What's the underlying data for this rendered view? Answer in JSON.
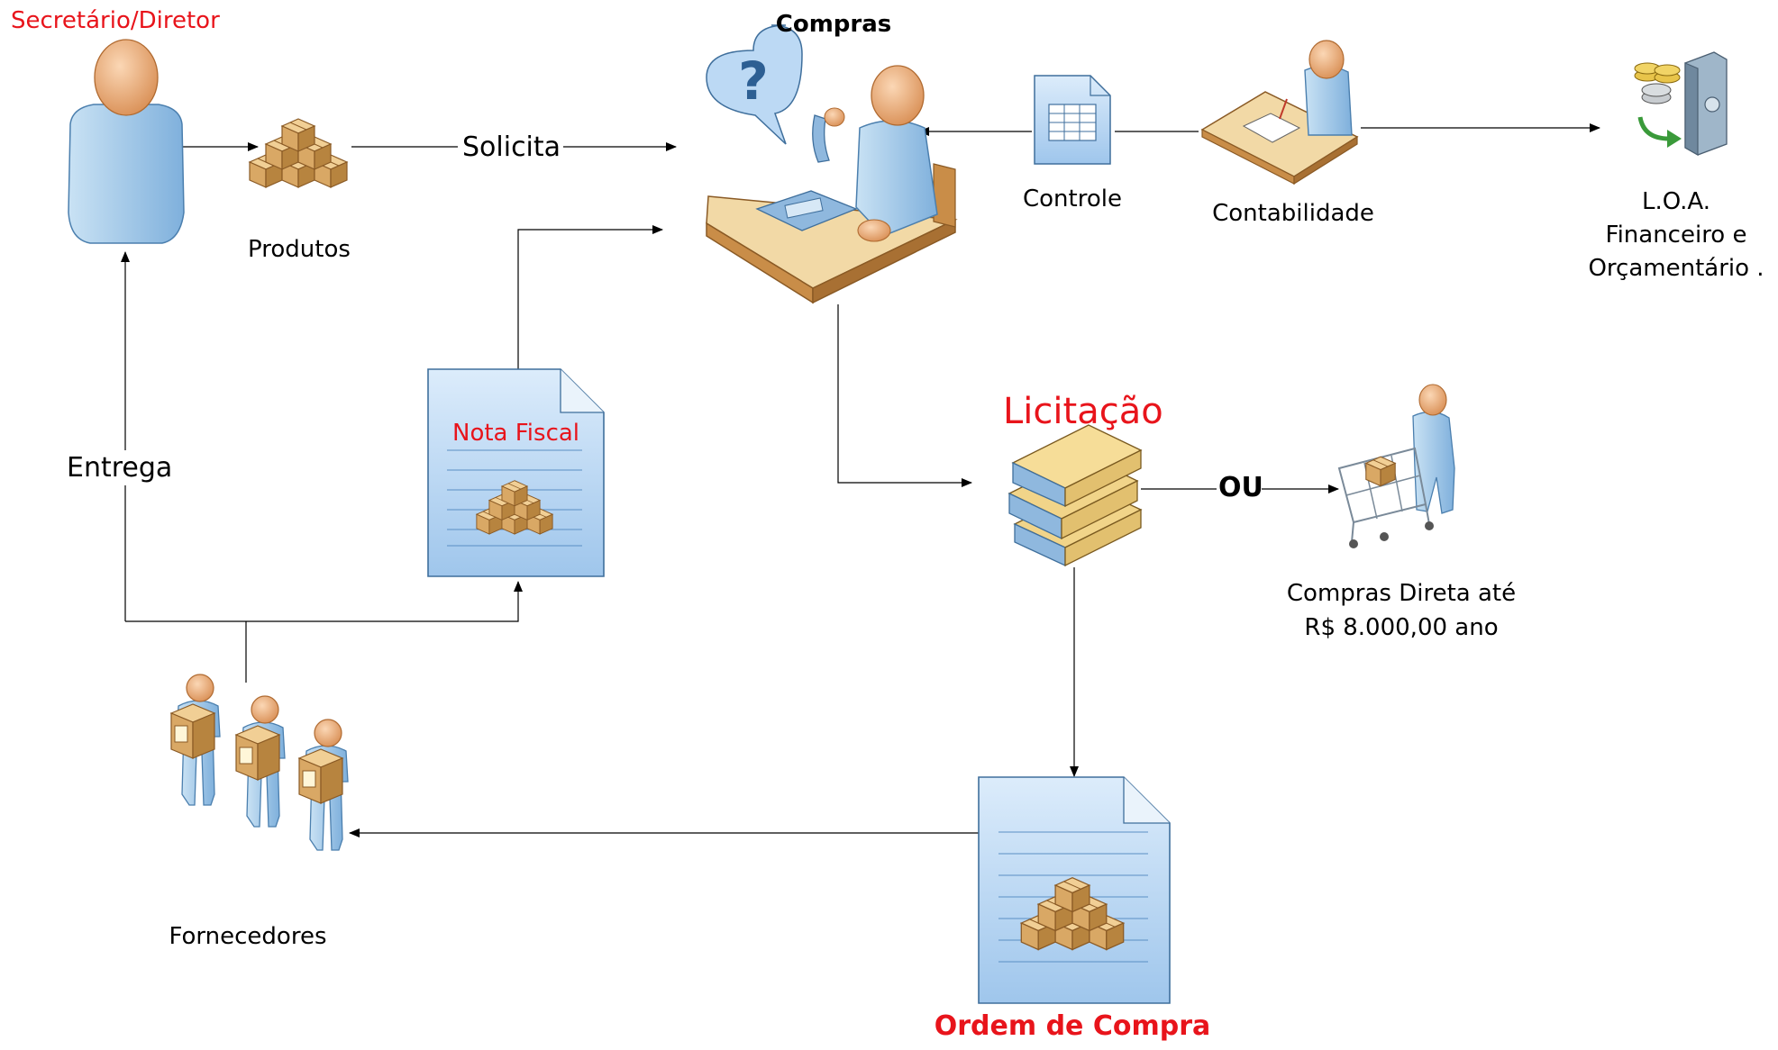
{
  "nodes": {
    "director": {
      "label": "Secretário/Diretor"
    },
    "products": {
      "label": "Produtos"
    },
    "purchasing": {
      "label": "Compras"
    },
    "control": {
      "label": "Controle"
    },
    "accounting": {
      "label": "Contabilidade"
    },
    "budget": {
      "line1": "L.O.A.",
      "line2": "Financeiro e",
      "line3": "Orçamentário ."
    },
    "invoice": {
      "label": "Nota Fiscal"
    },
    "bidding": {
      "label": "Licitação"
    },
    "direct_purchase": {
      "line1": "Compras Direta até",
      "line2": "R$ 8.000,00 ano"
    },
    "purchase_order": {
      "label": "Ordem de Compra"
    },
    "suppliers": {
      "label": "Fornecedores"
    }
  },
  "edges": {
    "request": "Solicita",
    "delivery": "Entrega",
    "or": "OU"
  },
  "colors": {
    "highlight_text": "#e8141b",
    "person_blue": "#9ec6e6",
    "skin": "#f0b98a",
    "box_tan": "#d9a865",
    "document_fill": "#bcd9f4",
    "desk_top": "#f2d9a6"
  }
}
